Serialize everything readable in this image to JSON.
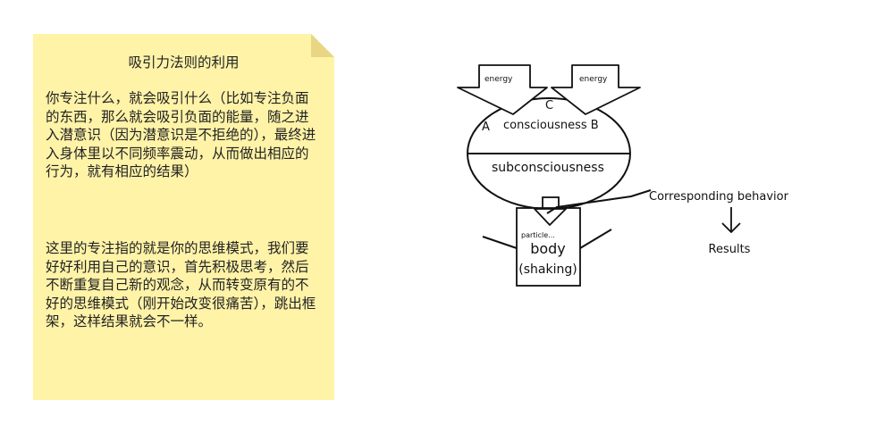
{
  "note": {
    "title": "吸引力法则的利用",
    "paragraph1": "你专注什么，就会吸引什么（比如专注负面的东西，那么就会吸引负面的能量，随之进入潜意识（因为潜意识是不拒绝的），最终进入身体里以不同频率震动，从而做出相应的行为，就有相应的结果）",
    "paragraph2": "这里的专注指的就是你的思维模式，我们要好好利用自己的意识，首先积极思考，然后不断重复自己新的观念，从而转变原有的不好的思维模式（刚开始改变很痛苦），跳出框架，这样结果就会不一样。"
  },
  "diagram": {
    "energy_left": "energy",
    "energy_right": "energy",
    "label_c": "C",
    "label_a": "A",
    "consciousness": "consciousness B",
    "subconsciousness": "subconsciousness",
    "particle": "particle...",
    "body": "body",
    "shaking": "(shaking)",
    "behavior": "Corresponding behavior",
    "results": "Results"
  }
}
